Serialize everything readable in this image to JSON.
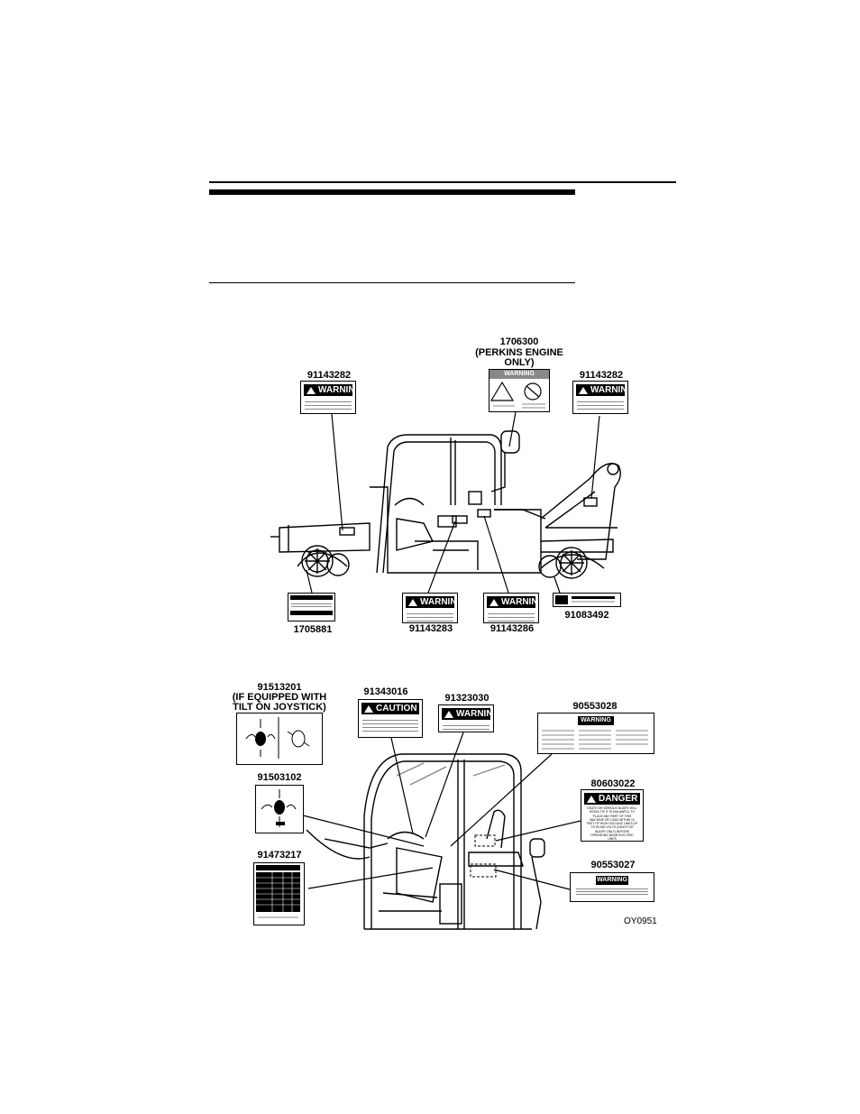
{
  "top_figure": {
    "labels": {
      "engine_decal_number": "1706300",
      "engine_decal_note_1": "(PERKINS ENGINE",
      "engine_decal_note_2": "ONLY)",
      "left_warning": "91143282",
      "right_warning": "91143282",
      "lower_left": "1705881",
      "lower_mid_left": "91143283",
      "lower_mid_right": "91143286",
      "lower_right": "91083492"
    },
    "decal_headers": {
      "warning": "WARNING",
      "engine_warning": "WARNING"
    }
  },
  "bottom_figure": {
    "labels": {
      "joystick_tilt_number": "91513201",
      "joystick_tilt_note_1": "(IF EQUIPPED WITH",
      "joystick_tilt_note_2": "TILT ON JOYSTICK)",
      "joystick": "91503102",
      "load_chart": "91473217",
      "caution": "91343016",
      "warning_cab": "91323030",
      "warning_large": "90553028",
      "danger": "80603022",
      "warning_lower": "90553027",
      "figure_code": "OY0951"
    },
    "decal_headers": {
      "caution": "CAUTION",
      "warning": "WARNING",
      "danger": "DANGER"
    },
    "danger_text": "DEATH OR SERIOUS INJURY WILL RESULT IF IT IS UNLAWFUL TO PLACE ANY PART OF THIS MACHINE OR LOAD WITHIN 10 FEET OF HIGH VOLTAGE LINES UP TO 50,000 VOLTS (DEATH OR INJURY ONLY) BEFORE OPERATING NEAR ELECTRIC LINES"
  }
}
